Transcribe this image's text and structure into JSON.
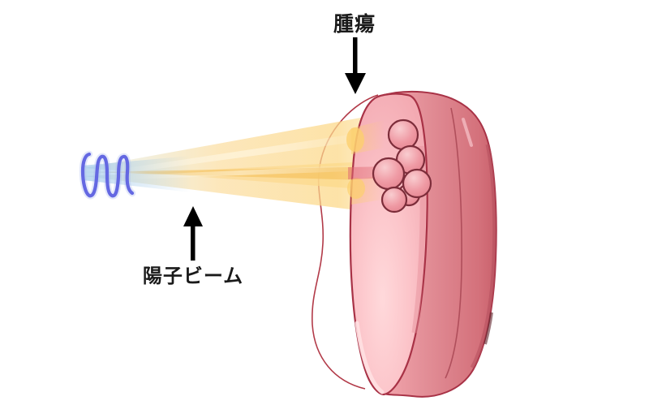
{
  "illustration": {
    "subject": "proton-beam-therapy-diagram",
    "labels": {
      "tumor": "腫瘍",
      "proton_beam": "陽子ビーム"
    },
    "icons": [
      "down-arrow-icon",
      "up-arrow-icon",
      "pulse-waveform-icon",
      "proton-beam-icon",
      "organ-graphic",
      "tumor-cluster-graphic"
    ],
    "colors": {
      "background": "#ffffff",
      "label_text": "#1a1a1a",
      "arrow": "#000000",
      "body_outline": "#b23a48",
      "organ_face": "#f8b9bf",
      "organ_face_highlight": "#ffdadd",
      "organ_side_light": "#f2a6ad",
      "organ_side": "#d8737b",
      "organ_side_dark": "#c25b66",
      "organ_stroke": "#a83246",
      "tumor_fill": "#ef9aa4",
      "tumor_highlight": "#f9cdd0",
      "tumor_stroke": "#7c2d3a",
      "beam_blue": "#a9cfe8",
      "beam_gold": "#f9cd7d",
      "beam_gold_light": "#fdeec9",
      "beam_pink_streak": "#e06a74",
      "pulse_stroke": "#6468e2"
    }
  }
}
